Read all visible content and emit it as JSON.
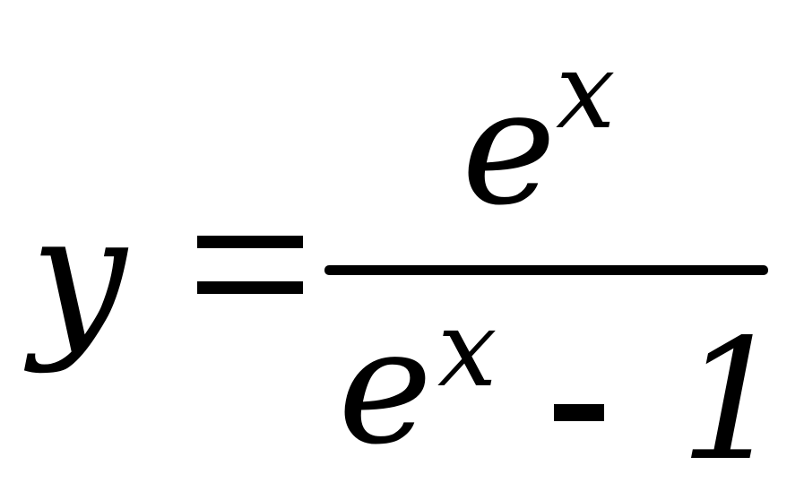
{
  "formula": {
    "lhs": "y",
    "numerator": {
      "base": "e",
      "exponent": "x"
    },
    "denominator": {
      "base": "e",
      "exponent": "x",
      "operator": "-",
      "constant": "1"
    }
  }
}
